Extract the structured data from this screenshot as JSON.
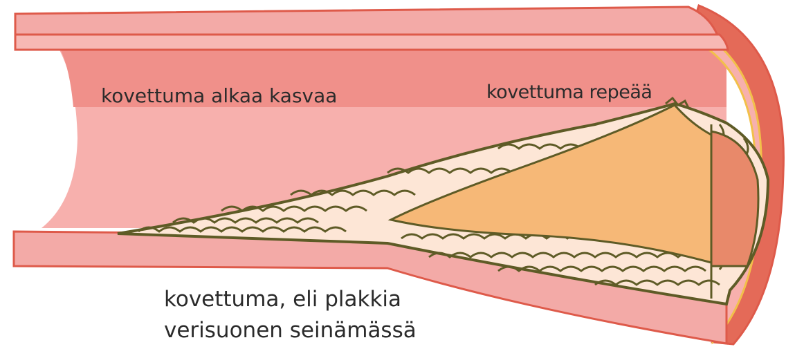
{
  "labels": {
    "plaque_growing": "kovettuma alkaa kasvaa",
    "plaque_ruptures": "kovettuma repeää",
    "plaque_line1": "kovettuma, eli plakkia",
    "plaque_line2": "verisuonen seinämässä"
  },
  "colors": {
    "vessel_wall": "#f3aaa7",
    "vessel_interior": "#f7b0ad",
    "interior_shade": "#f0908a",
    "outline": "#de5a4a",
    "plaque_fill": "#fde6d6",
    "plaque_outline": "#5e5b26",
    "core": "#f6b877",
    "cross_section": "#e8896a"
  }
}
